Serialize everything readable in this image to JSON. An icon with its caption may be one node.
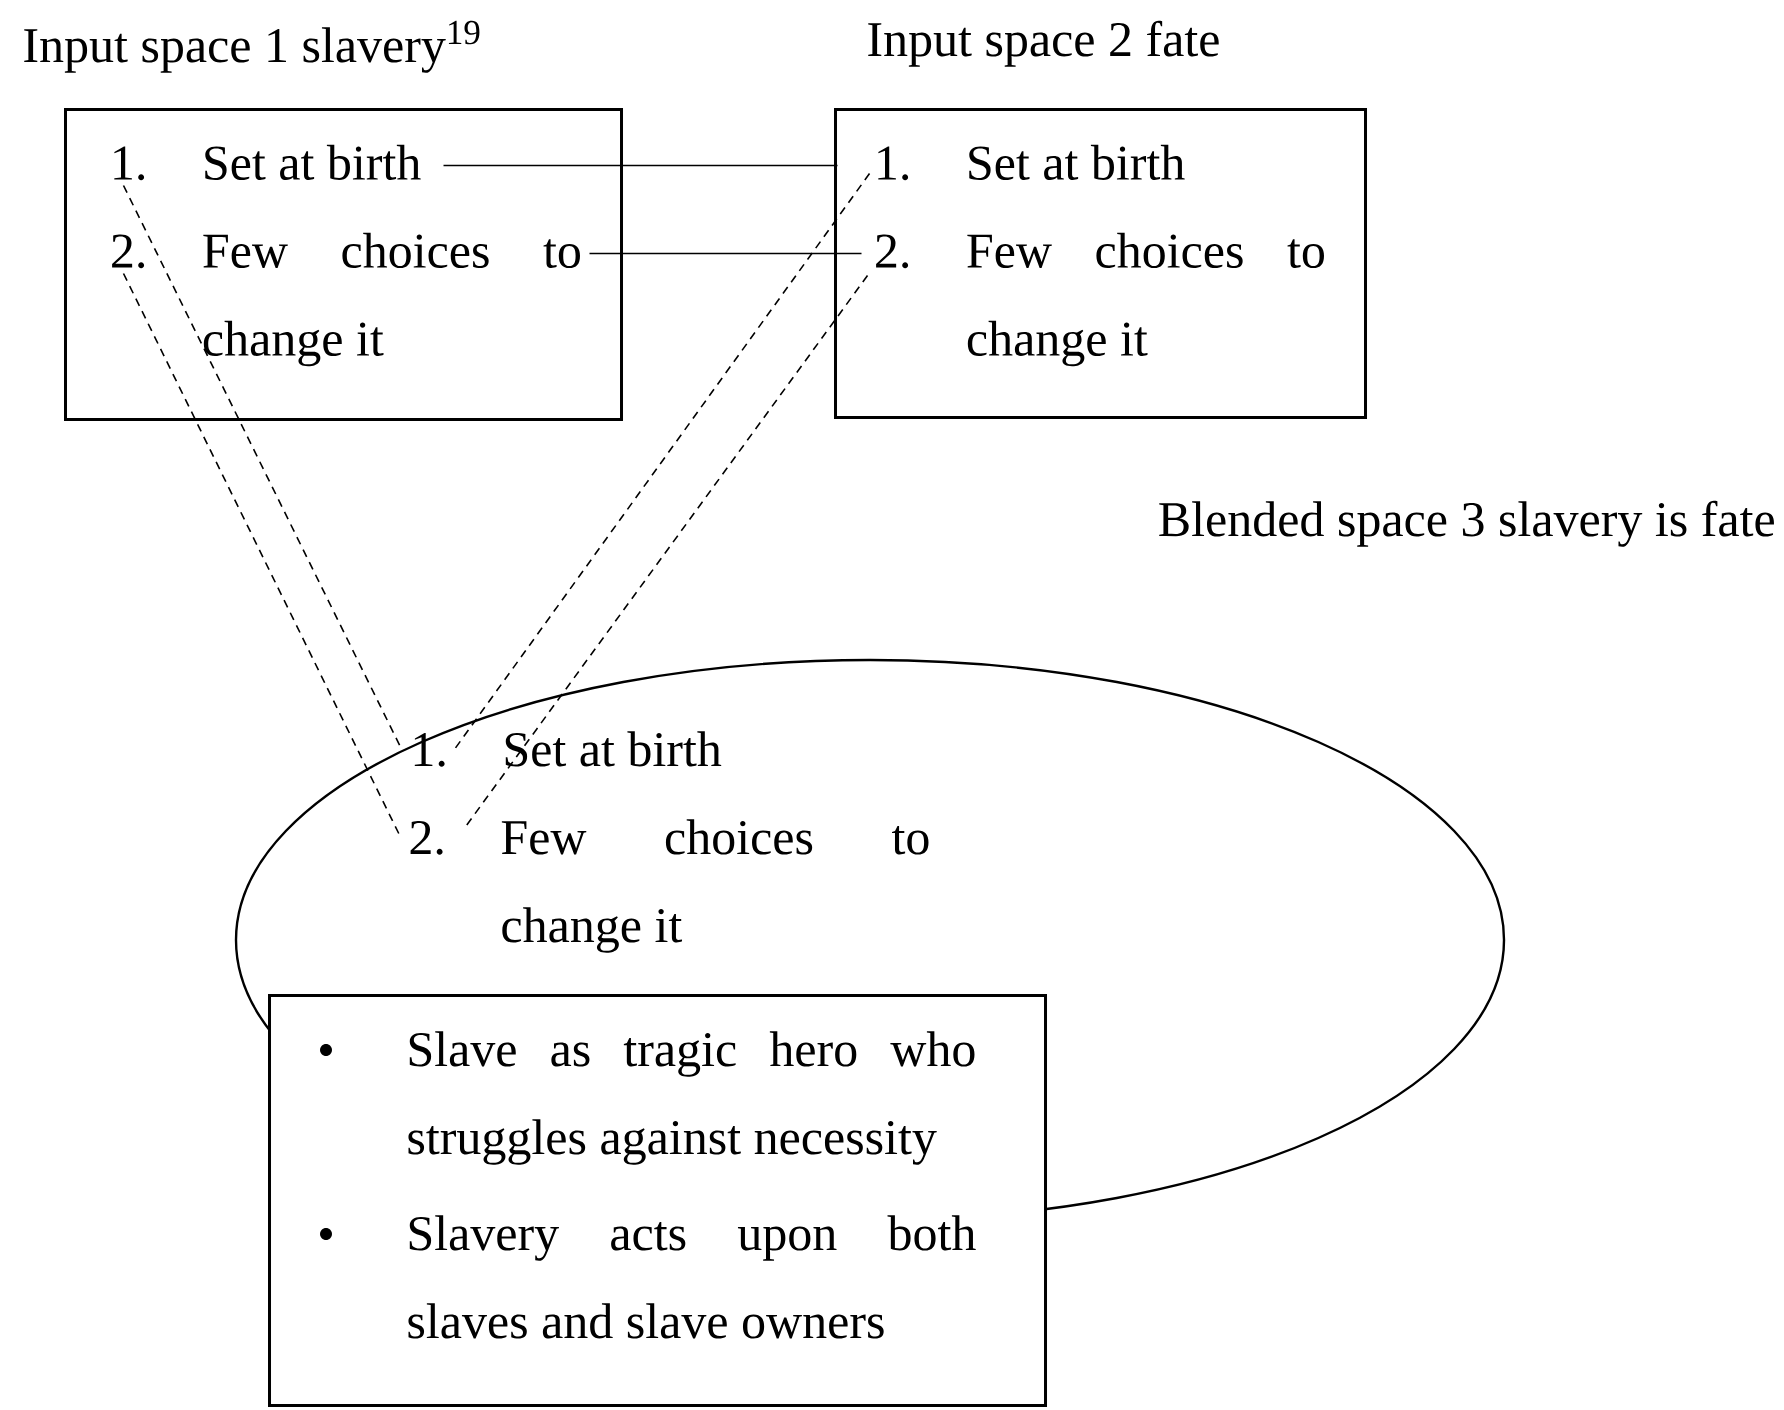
{
  "diagram": {
    "nodes": [
      {
        "text": [
          "Input space 1 slavery$^{19}$"
        ]
      },
      {
        "text": [
          "1.",
          "Set at birth"
        ],
        "in": 0
      },
      {
        "text": [
          "2.",
          "Few choices to change it"
        ],
        "in": 0
      },
      {
        "text": [
          "Input space 2 fate"
        ]
      },
      {
        "text": [
          "1.",
          "Set at birth"
        ],
        "in": 3
      },
      {
        "text": [
          "2.",
          "Few choices to change it"
        ],
        "in": 3
      },
      {
        "text": [
          "Blended space 3 slavery is fate"
        ]
      },
      {
        "text": [
          "1.",
          "Set at birth"
        ],
        "in": 6
      },
      {
        "text": [
          "2.",
          "Few choices to change it"
        ],
        "in": 6
      },
      {
        "text": [
          "Slave as tragic hero who struggles against necessity",
          "Slavery acts upon both slaves and slave owners"
        ]
      }
    ],
    "edges": [
      {
        "from": 1,
        "to": 4,
        "arrow": "none"
      },
      {
        "from": 2,
        "to": 5,
        "arrow": "none"
      },
      {
        "from": 1,
        "to": 7,
        "arrow": "none",
        "style": "dashed"
      },
      {
        "from": 2,
        "to": 8,
        "arrow": "none",
        "style": "dashed"
      },
      {
        "from": 4,
        "to": 7,
        "arrow": "none",
        "style": "dashed"
      },
      {
        "from": 5,
        "to": 8,
        "arrow": "none",
        "style": "dashed"
      }
    ]
  }
}
